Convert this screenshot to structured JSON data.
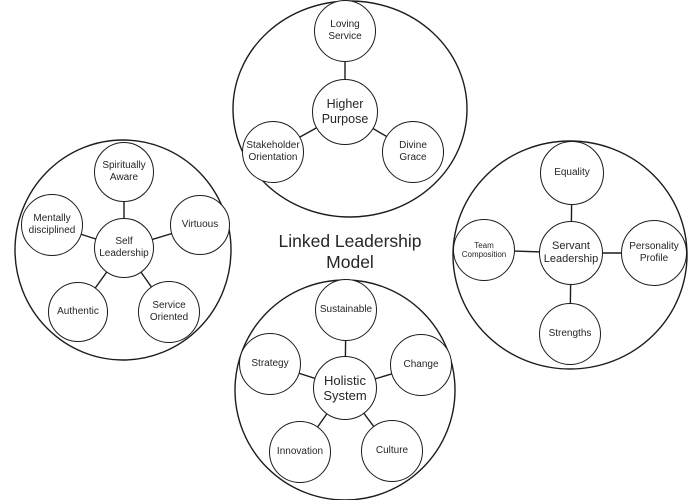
{
  "title": {
    "line1": "Linked Leadership",
    "line2": "Model"
  },
  "colors": {
    "stroke": "#1c1c1c",
    "text": "#262626",
    "background": "#ffffff"
  },
  "groups": {
    "higher_purpose": {
      "hub": "Higher Purpose",
      "satellites": [
        "Loving Service",
        "Stakeholder Orientation",
        "Divine Grace"
      ]
    },
    "self_leadership": {
      "hub": "Self Leadership",
      "satellites": [
        "Spiritually Aware",
        "Mentally disciplined",
        "Virtuous",
        "Authentic",
        "Service Oriented"
      ]
    },
    "servant_leadership": {
      "hub": "Servant Leadership",
      "satellites": [
        "Equality",
        "Team Composition",
        "Personality Profile",
        "Strengths"
      ]
    },
    "holistic_system": {
      "hub": "Holistic System",
      "satellites": [
        "Sustainable",
        "Strategy",
        "Change",
        "Innovation",
        "Culture"
      ]
    }
  }
}
